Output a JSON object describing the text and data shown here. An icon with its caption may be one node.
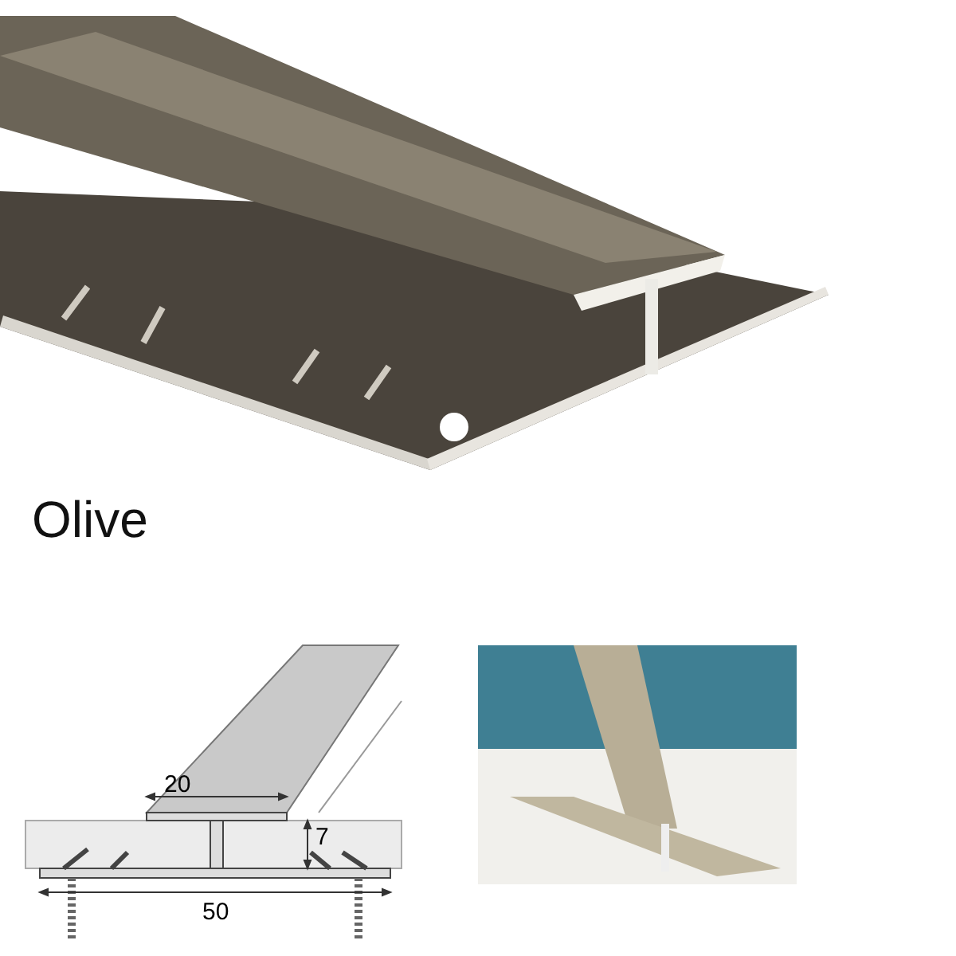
{
  "diagram": {
    "labels": [
      "Olive",
      "20",
      "7",
      "50"
    ]
  }
}
